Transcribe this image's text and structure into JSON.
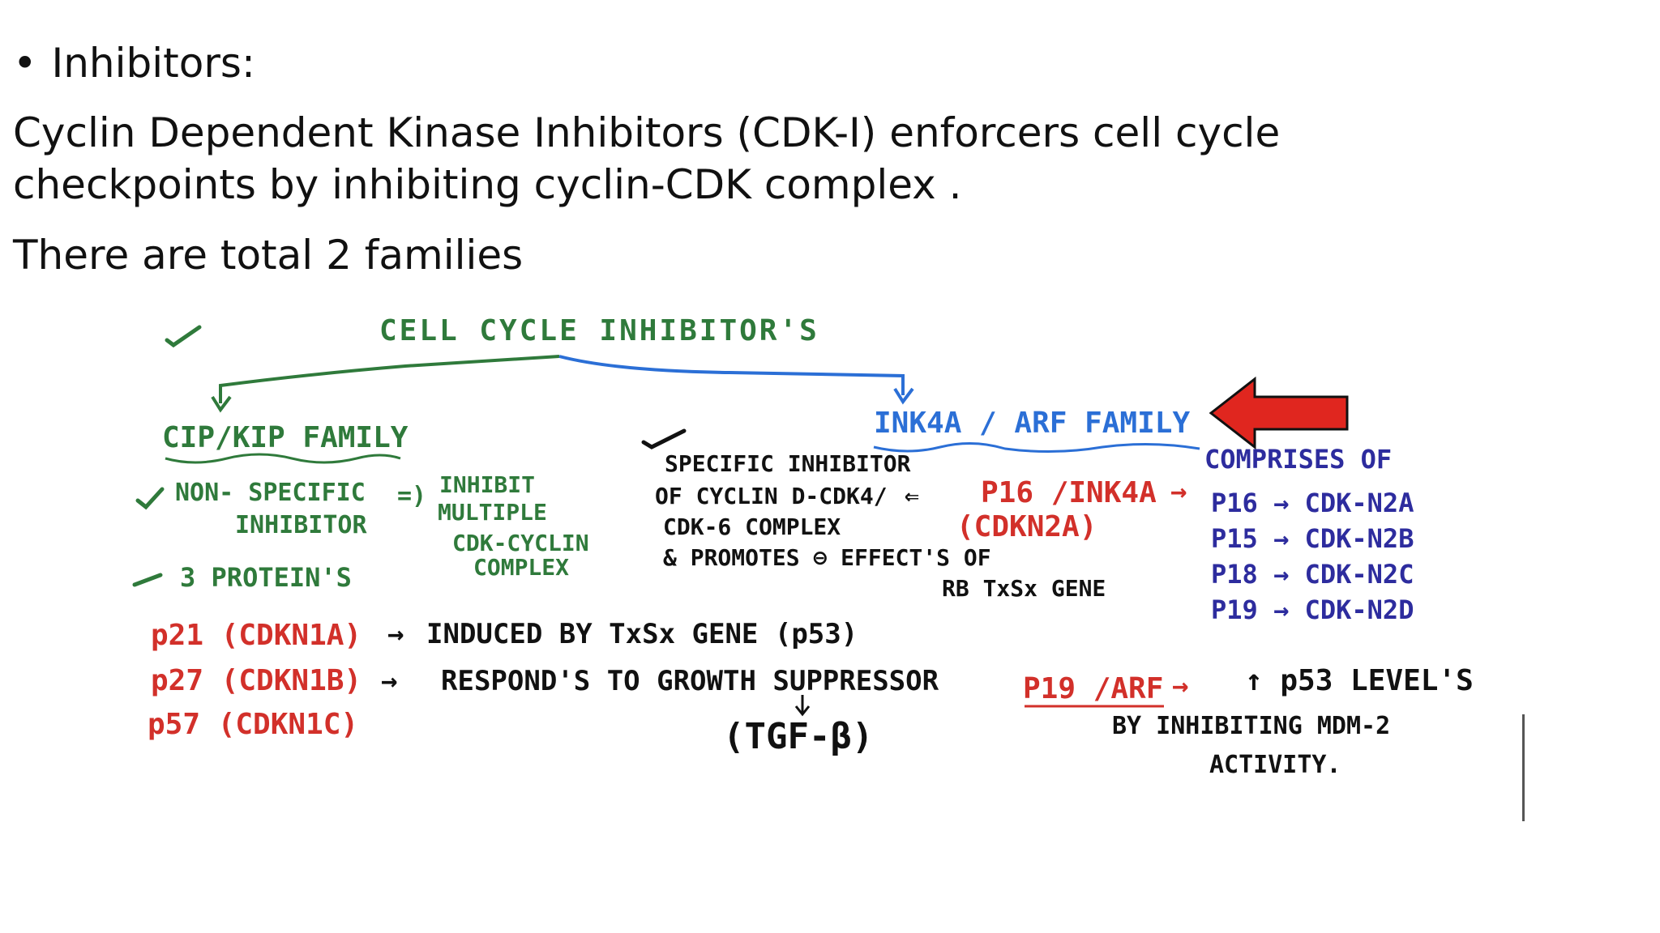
{
  "slide": {
    "bullet": "•",
    "heading": "Inhibitors:",
    "description_line1": "Cyclin Dependent Kinase Inhibitors (CDK-I) enforcers cell cycle",
    "description_line2": "checkpoints by inhibiting cyclin-CDK complex .",
    "families_text": "There are total 2 families"
  },
  "diagram": {
    "colors": {
      "green": "#2f7a3b",
      "blue": "#2b6fd6",
      "red": "#d2302a",
      "navy": "#2d2c9e",
      "black": "#111111",
      "arrow_red": "#e0261f"
    },
    "title": "CELL CYCLE INHIBITOR'S",
    "left_family": {
      "name": "CIP/KIP FAMILY",
      "point1_a": "NON- SPECIFIC",
      "point1_b": "INHIBITOR",
      "point1_c_1": "INHIBIT",
      "point1_c_2": "MULTIPLE",
      "point1_c_3": "CDK-CYCLIN",
      "point1_c_4": "COMPLEX",
      "point2": "3 PROTEIN'S",
      "proteins": [
        {
          "name": "p21 (CDKN1A)",
          "desc": "INDUCED BY TxSx GENE (p53)"
        },
        {
          "name": "p27 (CDKN1B)",
          "desc": "RESPOND'S TO GROWTH SUPPRESSOR"
        },
        {
          "name": "p57 (CDKN1C)",
          "desc": ""
        }
      ],
      "tgf": "(TGF-β)"
    },
    "right_family": {
      "name": "INK4A / ARF FAMILY",
      "specific_1": "SPECIFIC INHIBITOR",
      "specific_2": "OF CYCLIN D-CDK4/",
      "specific_3": "CDK-6 COMPLEX",
      "specific_4": "& PROMOTES ⊖ EFFECT'S OF",
      "specific_5": "RB TxSx GENE",
      "p16_1": "P16 /INK4A",
      "p16_2": "(CDKN2A)",
      "comprises": "COMPRISES OF",
      "members": [
        "P16 → CDK-N2A",
        "P15 → CDK-N2B",
        "P18 → CDK-N2C",
        "P19 → CDK-N2D"
      ],
      "p19arf": "P19 /ARF",
      "p53_level": "↑ p53 LEVEL'S",
      "mdm_1": "BY INHIBITING MDM-2",
      "mdm_2": "ACTIVITY."
    }
  }
}
